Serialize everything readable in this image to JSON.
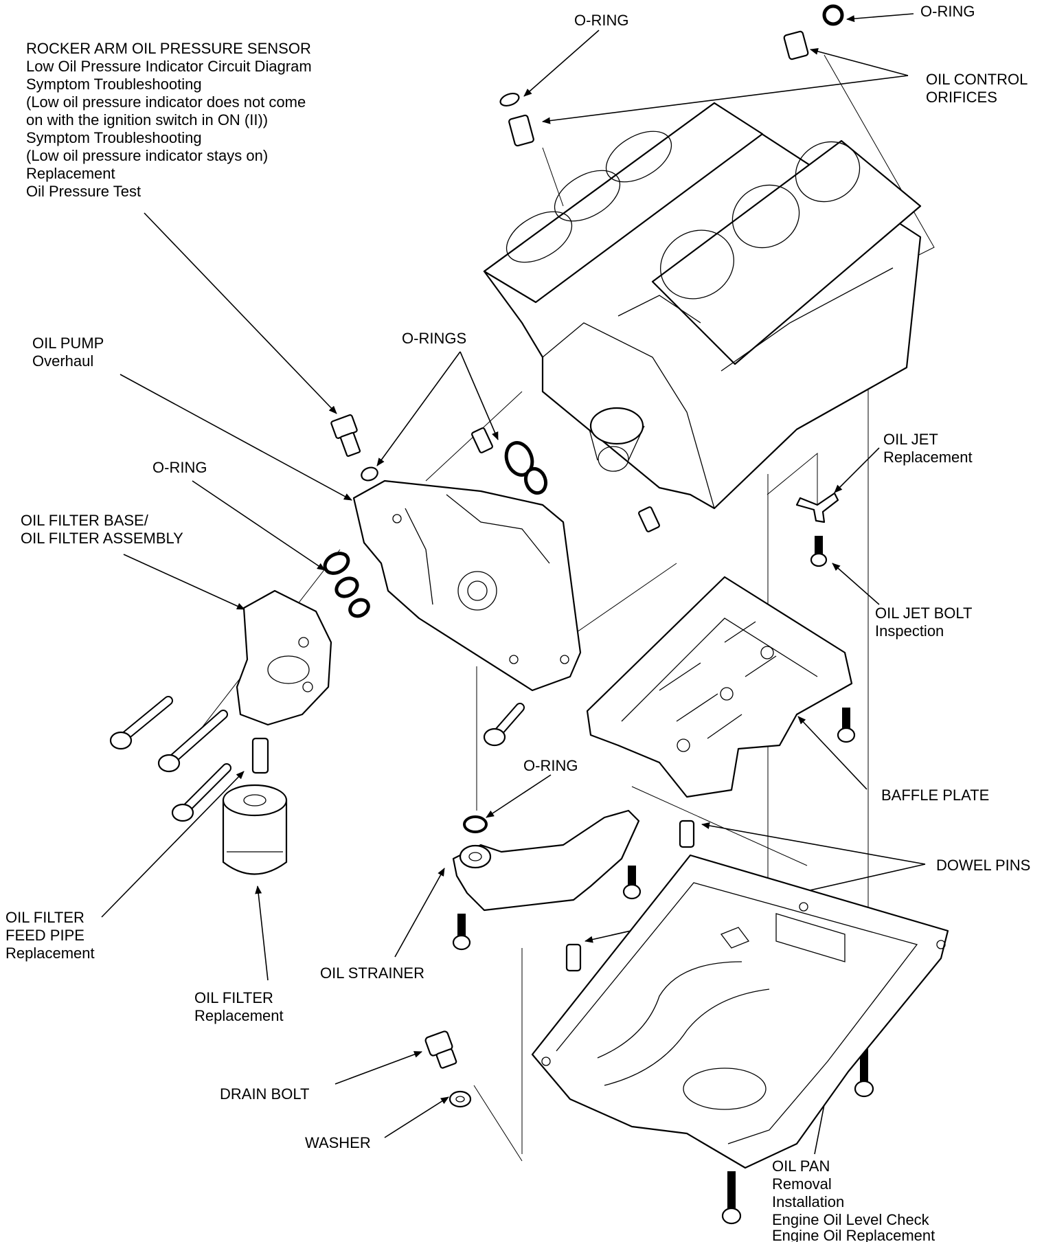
{
  "labels": {
    "oring_top_center": "O-RING",
    "oring_top_right": "O-RING",
    "oil_control_orifices": [
      "OIL CONTROL",
      "ORIFICES"
    ],
    "rocker_sensor": [
      "ROCKER ARM OIL PRESSURE SENSOR",
      "Low Oil Pressure Indicator Circuit Diagram",
      "Symptom Troubleshooting",
      " (Low oil pressure indicator does not come",
      " on with the ignition switch in ON (II))",
      "Symptom Troubleshooting",
      " (Low oil pressure indicator stays on)",
      "Replacement",
      "Oil Pressure Test"
    ],
    "oil_pump": [
      "OIL PUMP",
      "Overhaul"
    ],
    "orings_mid": "O-RINGS",
    "oring_left": "O-RING",
    "oil_filter_base": [
      "OIL FILTER BASE/",
      "OIL FILTER ASSEMBLY"
    ],
    "oil_jet": [
      "OIL JET",
      "Replacement"
    ],
    "oil_jet_bolt": [
      "OIL JET BOLT",
      "Inspection"
    ],
    "oring_strainer": "O-RING",
    "baffle_plate": "BAFFLE PLATE",
    "dowel_pins": "DOWEL PINS",
    "oil_filter_feed_pipe": [
      "OIL FILTER",
      "FEED PIPE",
      "Replacement"
    ],
    "oil_strainer": "OIL STRAINER",
    "oil_filter": [
      "OIL FILTER",
      "Replacement"
    ],
    "drain_bolt": "DRAIN BOLT",
    "washer": "WASHER",
    "oil_pan": [
      "OIL PAN",
      "Removal",
      "Installation",
      "Engine Oil Level Check",
      "Engine Oil Replacement"
    ]
  }
}
